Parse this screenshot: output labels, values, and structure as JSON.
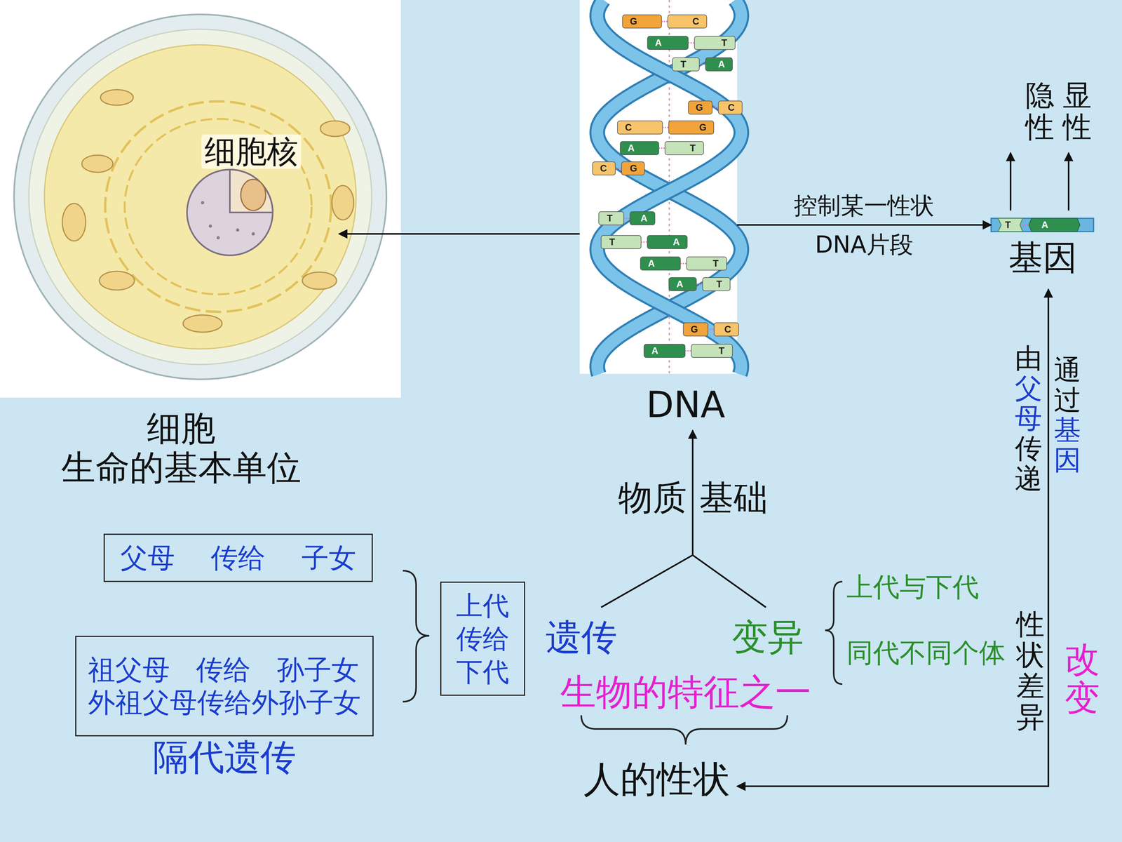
{
  "diagram": {
    "nodes": [
      {
        "text": [
          "细胞",
          "生命的基本单位"
        ]
      },
      {
        "text": [
          "细胞核"
        ],
        "in": 0
      },
      {
        "text": [
          "DNA"
        ]
      },
      {
        "text": [
          "基因"
        ]
      },
      {
        "text": [
          "父母 传给 子女"
        ]
      },
      {
        "text": [
          "祖父母 传给 孙子女",
          "外祖父母传给外孙子女",
          "隔代遗传"
        ]
      },
      {
        "text": [
          "上代 传给 下代"
        ]
      }
    ],
    "edges": [
      {
        "from": 2,
        "to": 1,
        "arrow": "to"
      },
      {
        "from": 2,
        "to": 3,
        "arrow": "to",
        "label": "控制某一性状 DNA片段"
      }
    ],
    "labels": [
      "G",
      "C",
      "A",
      "T",
      "T",
      "A",
      "G",
      "C",
      "C",
      "G",
      "A",
      "T",
      "C",
      "G",
      "T",
      "A",
      "T",
      "A",
      "A",
      "T",
      "A",
      "T",
      "G",
      "C",
      "A",
      "T",
      "T",
      "A",
      "隐性",
      "显性",
      "物质",
      "基础",
      "遗传",
      "变异",
      "上代与下代",
      "同代不同个体",
      "由父母传递",
      "通过基因",
      "性状差异",
      "改变",
      "生物的特征之一",
      "人的性状"
    ]
  }
}
